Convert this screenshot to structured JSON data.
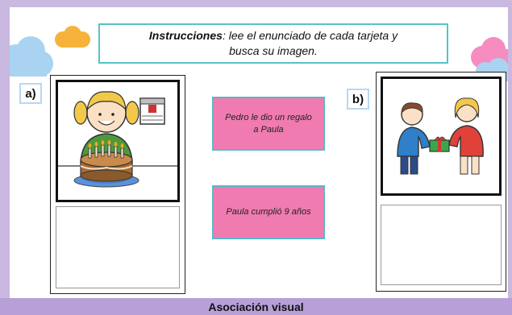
{
  "instructions": {
    "title": "Instrucciones",
    "text_line1": ": lee el enunciado de cada tarjeta y",
    "text_line2": "busca su imagen."
  },
  "cards": {
    "a_label": "a)",
    "b_label": "b)"
  },
  "statements": [
    "Pedro le dio un regalo a Paula",
    "Paula cumplió 9 años"
  ],
  "footer": {
    "title": "Asociación visual"
  },
  "colors": {
    "pink_card": "#f07bb0",
    "teal_border": "#56c2c6",
    "footer_bar": "#b79fd8"
  }
}
